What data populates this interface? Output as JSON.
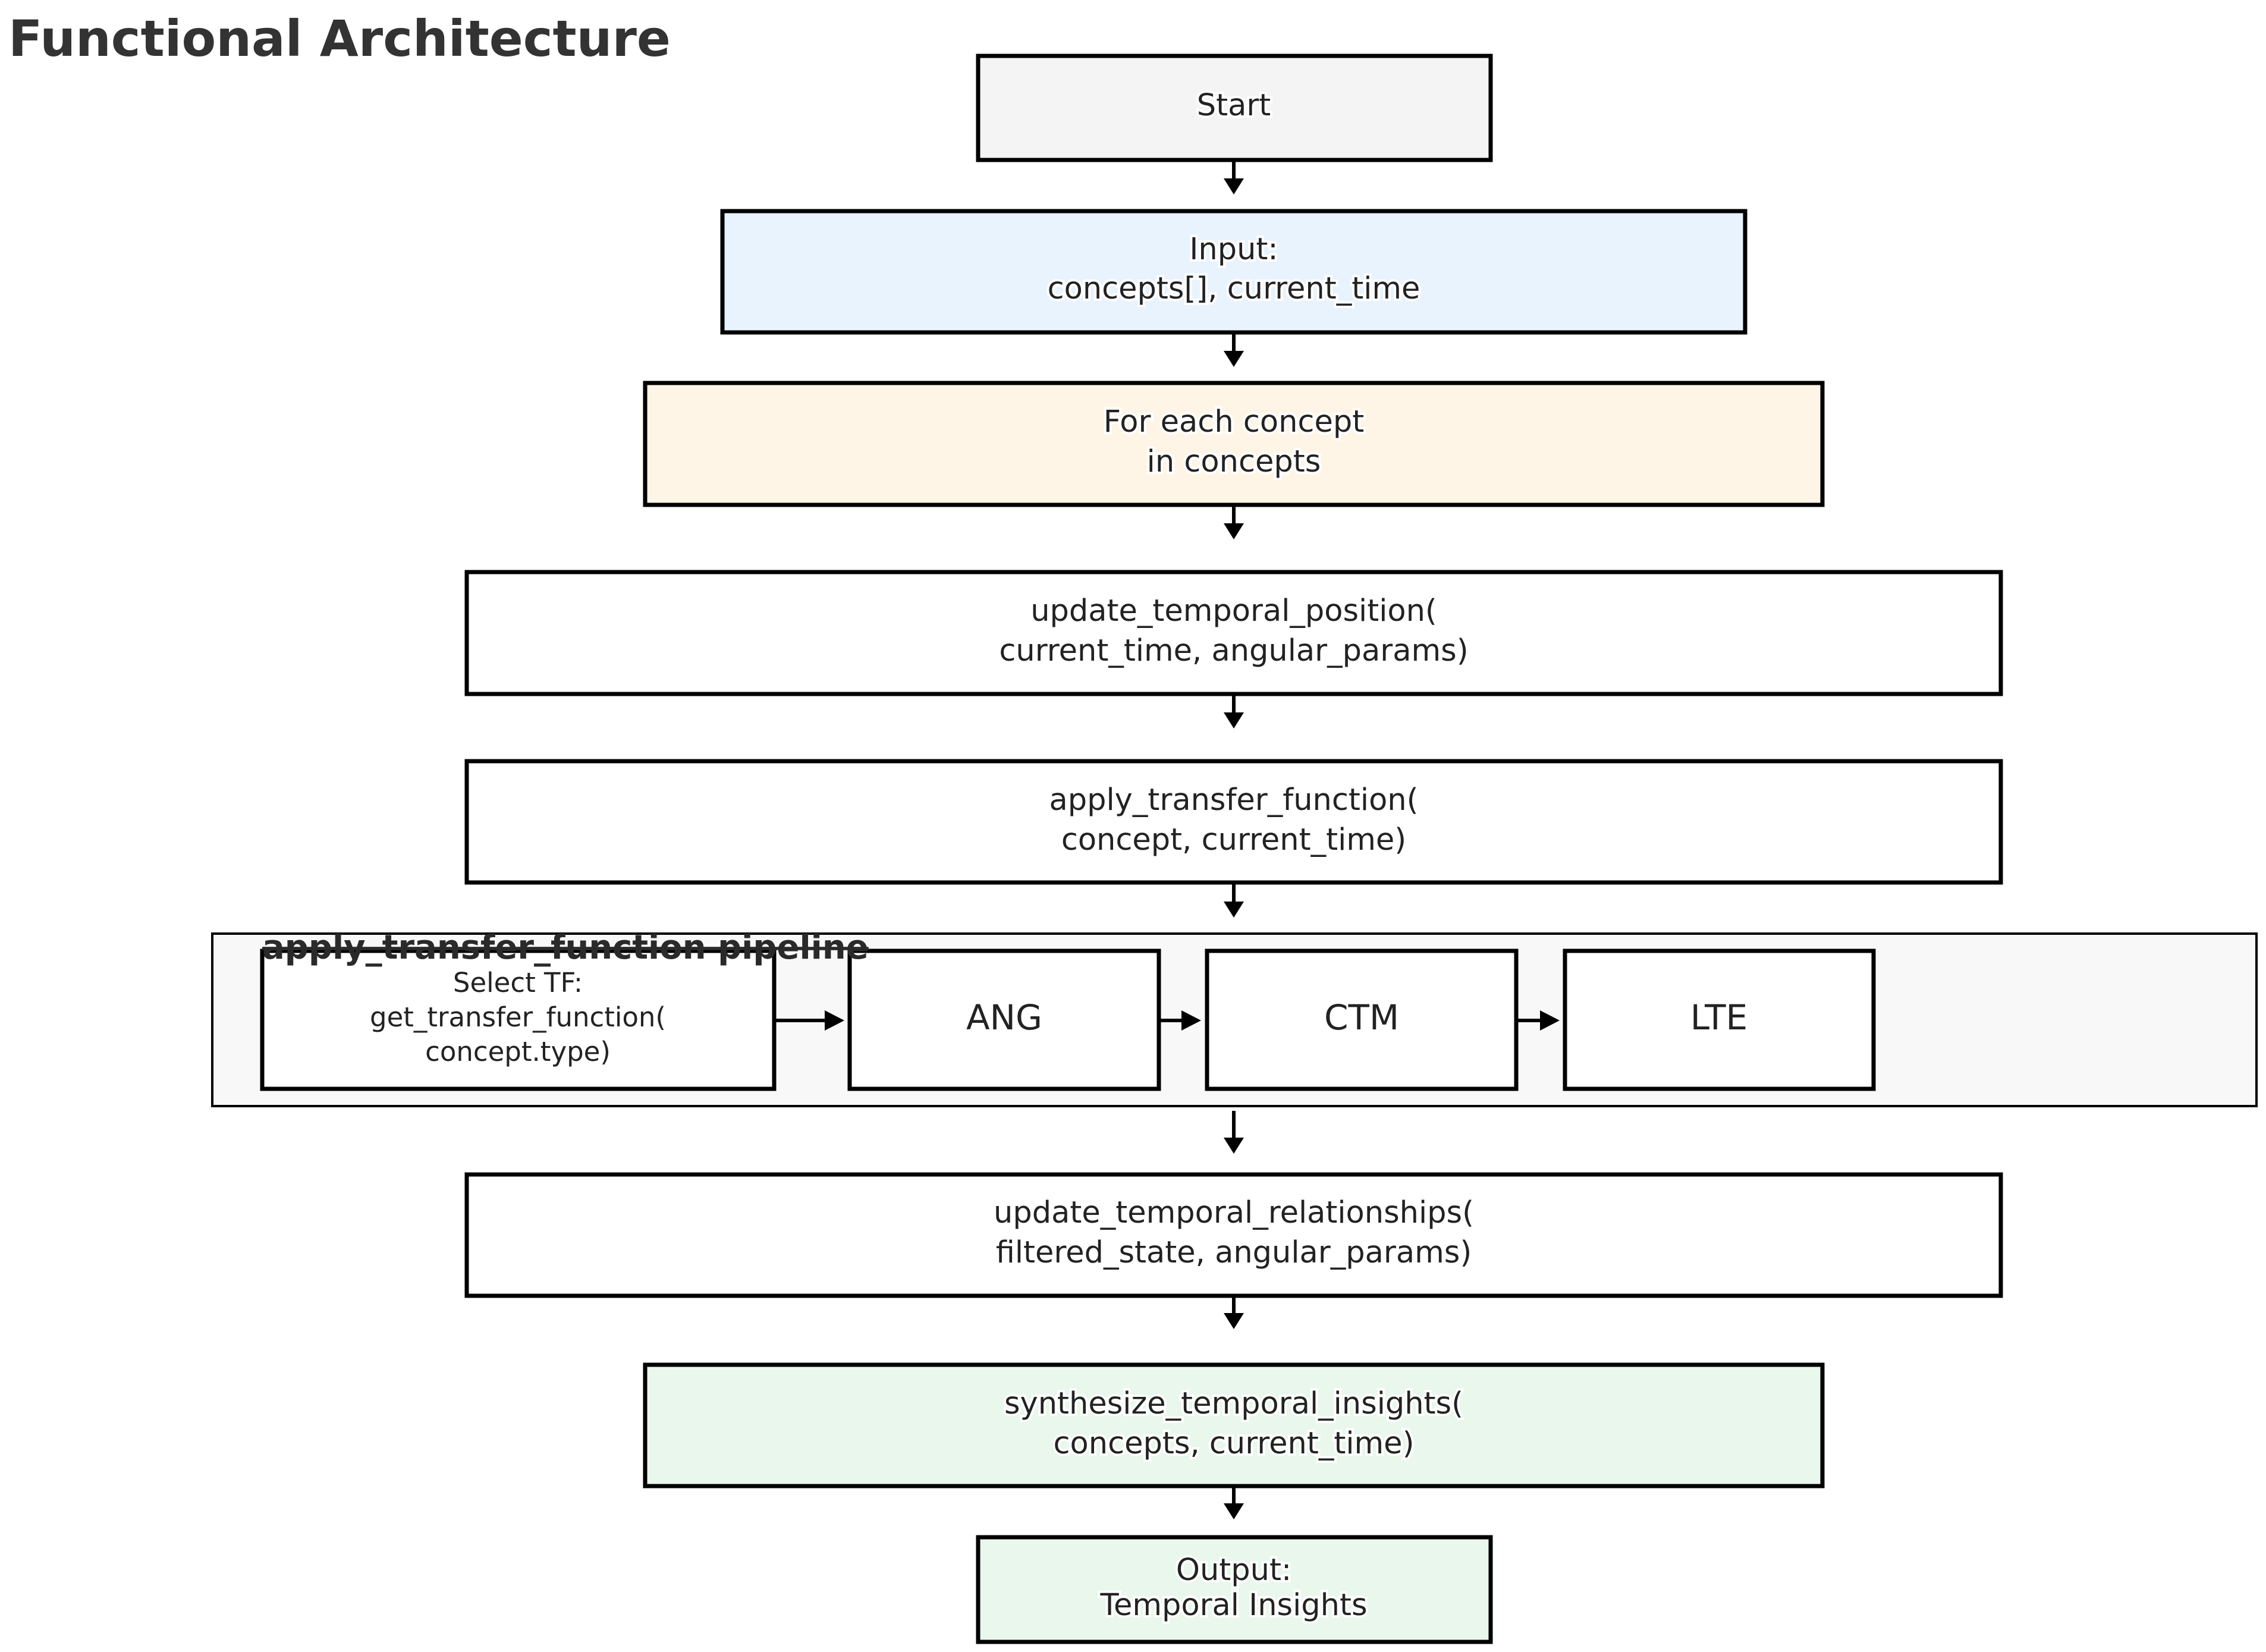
{
  "title": "Functional Architecture",
  "colors": {
    "start_fill": "#f4f4f4",
    "input_fill": "#e8f3fe",
    "loop_fill": "#fff5e6",
    "process_fill": "#ffffff",
    "insight_fill": "#e9f7ec",
    "output_fill": "#e9f7ec",
    "group_fill": "#f8f8f8",
    "border": "#000000"
  },
  "nodes": {
    "start": {
      "lines": [
        "Start"
      ]
    },
    "input": {
      "lines": [
        "Input:",
        "concepts[], current_time"
      ]
    },
    "loop": {
      "lines": [
        "For each concept",
        "in concepts"
      ]
    },
    "update_position": {
      "lines": [
        "update_temporal_position(",
        "current_time, angular_params)"
      ]
    },
    "apply_tf": {
      "lines": [
        "apply_transfer_function(",
        "concept, current_time)"
      ]
    },
    "update_relationships": {
      "lines": [
        "update_temporal_relationships(",
        "filtered_state, angular_params)"
      ]
    },
    "synthesize": {
      "lines": [
        "synthesize_temporal_insights(",
        "concepts, current_time)"
      ]
    },
    "output": {
      "lines": [
        "Output:",
        "Temporal Insights"
      ]
    }
  },
  "pipeline": {
    "label": "apply_transfer_function pipeline",
    "select_tf": {
      "lines": [
        "Select TF:",
        "get_transfer_function(",
        "concept.type)"
      ]
    },
    "stages": [
      "ANG",
      "CTM",
      "LTE"
    ]
  }
}
